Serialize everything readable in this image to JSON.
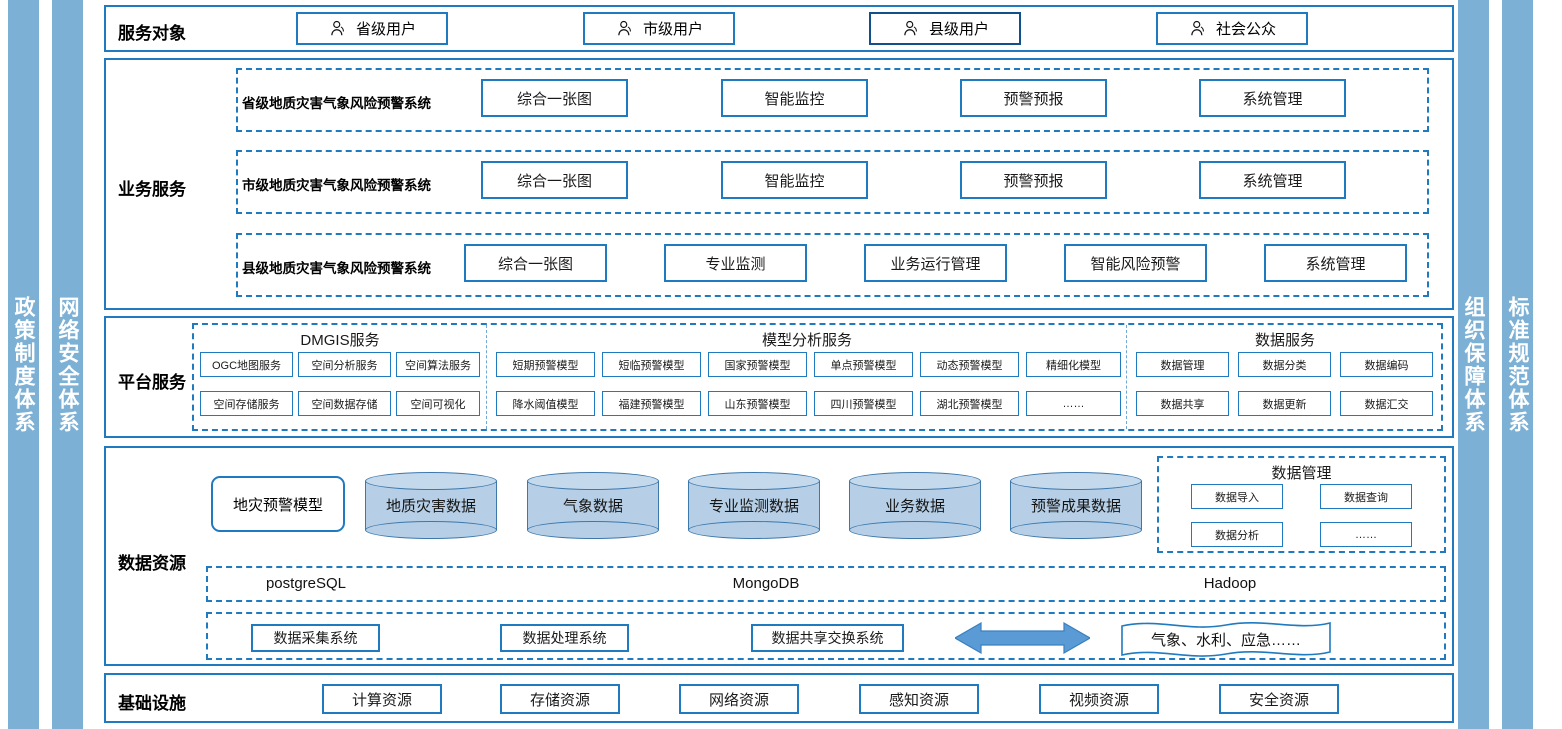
{
  "side_bars": {
    "left": [
      {
        "name": "policy-system",
        "text": "政策制度体系"
      },
      {
        "name": "network-security-system",
        "text": "网络安全体系"
      }
    ],
    "right": [
      {
        "name": "organization-guarantee-system",
        "text": "组织保障体系"
      },
      {
        "name": "standard-specification-system",
        "text": "标准规范体系"
      }
    ]
  },
  "colors": {
    "bar_blue": "#7cb0d4",
    "border_blue": "#1f7ac0",
    "cylinder_fill": "#b6cfe6",
    "arrow_blue": "#5b9bd5"
  },
  "layers": {
    "service_object": {
      "label": "服务对象",
      "users": [
        {
          "icon": "person-icon",
          "label": "省级用户"
        },
        {
          "icon": "person-icon",
          "label": "市级用户"
        },
        {
          "icon": "person-icon",
          "label": "县级用户"
        },
        {
          "icon": "person-icon",
          "label": "社会公众"
        }
      ]
    },
    "business_service": {
      "label": "业务服务",
      "rows": [
        {
          "system": "省级地质灾害气象风险预警系统",
          "modules": [
            "综合一张图",
            "智能监控",
            "预警预报",
            "系统管理"
          ]
        },
        {
          "system": "市级地质灾害气象风险预警系统",
          "modules": [
            "综合一张图",
            "智能监控",
            "预警预报",
            "系统管理"
          ]
        },
        {
          "system": "县级地质灾害气象风险预警系统",
          "modules": [
            "综合一张图",
            "专业监测",
            "业务运行管理",
            "智能风险预警",
            "系统管理"
          ]
        }
      ]
    },
    "platform_service": {
      "label": "平台服务",
      "groups": [
        {
          "title": "DMGIS服务",
          "row1": [
            "OGC地图服务",
            "空间分析服务",
            "空间算法服务"
          ],
          "row2": [
            "空间存储服务",
            "空间数据存储",
            "空间可视化"
          ]
        },
        {
          "title": "模型分析服务",
          "row1": [
            "短期预警模型",
            "短临预警模型",
            "国家预警模型",
            "单点预警模型",
            "动态预警模型",
            "精细化模型"
          ],
          "row2": [
            "降水阈值模型",
            "福建预警模型",
            "山东预警模型",
            "四川预警模型",
            "湖北预警模型",
            "……"
          ]
        },
        {
          "title": "数据服务",
          "row1": [
            "数据管理",
            "数据分类",
            "数据编码"
          ],
          "row2": [
            "数据共享",
            "数据更新",
            "数据汇交"
          ]
        }
      ]
    },
    "data_resource": {
      "label": "数据资源",
      "model_box": "地灾预警模型",
      "cylinders": [
        "地质灾害数据",
        "气象数据",
        "专业监测数据",
        "业务数据",
        "预警成果数据"
      ],
      "data_management": {
        "title": "数据管理",
        "items": [
          "数据导入",
          "数据查询",
          "数据分析",
          "……"
        ]
      },
      "databases": [
        "postgreSQL",
        "MongoDB",
        "Hadoop"
      ],
      "pipeline": {
        "systems": [
          "数据采集系统",
          "数据处理系统",
          "数据共享交换系统"
        ],
        "arrow": "double-arrow-icon",
        "external": "气象、水利、应急……"
      }
    },
    "infrastructure": {
      "label": "基础设施",
      "items": [
        "计算资源",
        "存储资源",
        "网络资源",
        "感知资源",
        "视频资源",
        "安全资源"
      ]
    }
  }
}
